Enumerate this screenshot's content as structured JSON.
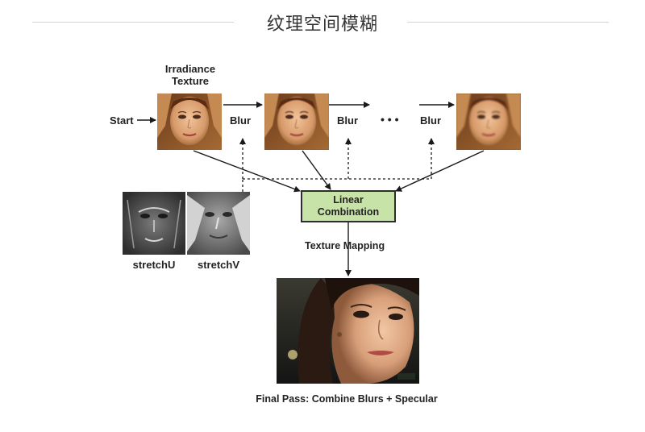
{
  "page": {
    "title": "纹理空间模糊"
  },
  "diagram": {
    "irradiance_label_line1": "Irradiance",
    "irradiance_label_line2": "Texture",
    "start_label": "Start",
    "blur_labels": [
      "Blur",
      "Blur",
      "Blur"
    ],
    "ellipsis": "• • •",
    "combination_line1": "Linear",
    "combination_line2": "Combination",
    "texture_mapping_label": "Texture Mapping",
    "stretch_u_label": "stretchU",
    "stretch_v_label": "stretchV",
    "final_caption": "Final Pass: Combine Blurs + Specular",
    "colors": {
      "combination_fill": "#c8e3a8",
      "arrow": "#1a1a1a",
      "title_rule": "#d4d4d4"
    }
  }
}
